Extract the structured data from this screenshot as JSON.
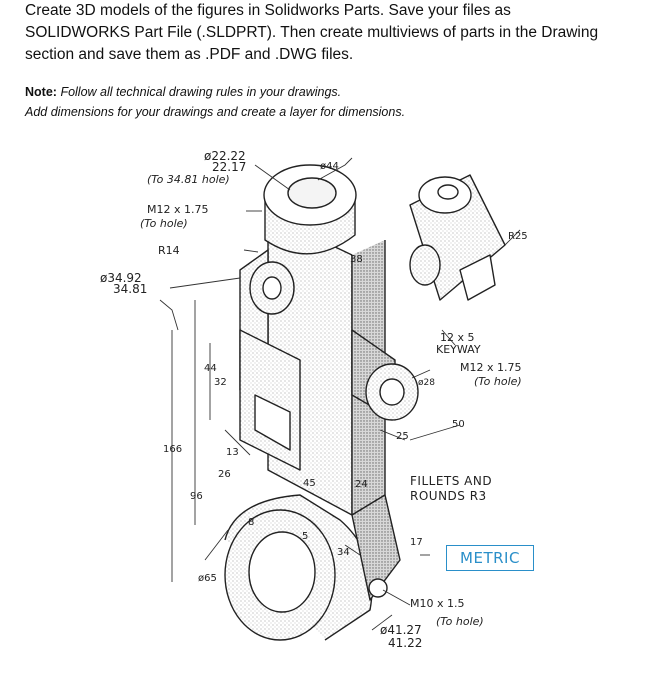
{
  "instructions": {
    "line1": "Create 3D models of the figures in Solidworks Parts. Save your files as",
    "line2": "SOLIDWORKS Part File (.SLDPRT). Then create multiviews of parts in the Drawing",
    "line3": "section and save them as .PDF and .DWG files."
  },
  "note": {
    "label": "Note:",
    "line1": "Follow all technical drawing rules in your drawings.",
    "line2": "Add dimensions for your drawings and create a layer for dimensions."
  },
  "drawing": {
    "dim_top_hole_a": "ø22.22",
    "dim_top_hole_b": "22.17",
    "dim_top_hole_note": "(To 34.81 hole)",
    "dim_thread_left": "M12 x 1.75",
    "dim_thread_left_note": "(To hole)",
    "dim_r14": "R14",
    "dim_bore_a": "ø34.92",
    "dim_bore_b": "34.81",
    "dim_phi44": "ø44",
    "dim_38": "38",
    "dim_r25": "R25",
    "dim_keyway_a": "12 x 5",
    "dim_keyway_b": "KEYWAY",
    "dim_thread_right": "M12 x 1.75",
    "dim_thread_right_note": "(To hole)",
    "dim_phi28": "ø28",
    "dim_25": "25",
    "dim_50": "50",
    "dim_44_vert": "44",
    "dim_32": "32",
    "dim_166": "166",
    "dim_13": "13",
    "dim_26": "26",
    "dim_96": "96",
    "dim_45": "45",
    "dim_24": "24",
    "dim_8": "8",
    "dim_5": "5",
    "dim_34": "34",
    "dim_17": "17",
    "dim_phi65": "ø65",
    "fillets_a": "FILLETS AND",
    "fillets_b": "ROUNDS R3",
    "metric": "METRIC",
    "dim_thread_bottom": "M10 x 1.5",
    "dim_thread_bottom_note": "(To hole)",
    "dim_bottom_hole_a": "ø41.27",
    "dim_bottom_hole_b": "41.22"
  }
}
